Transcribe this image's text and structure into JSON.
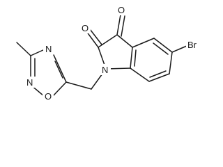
{
  "molecule": {
    "atoms": {
      "o_ketone": "O",
      "o_amide": "O",
      "n_indole": "N",
      "br": "Br",
      "n_ring_top": "N",
      "n_ring_left": "N",
      "o_ring": "O"
    },
    "colors": {
      "bond": "#1a1a1a",
      "background": "#ffffff"
    }
  }
}
